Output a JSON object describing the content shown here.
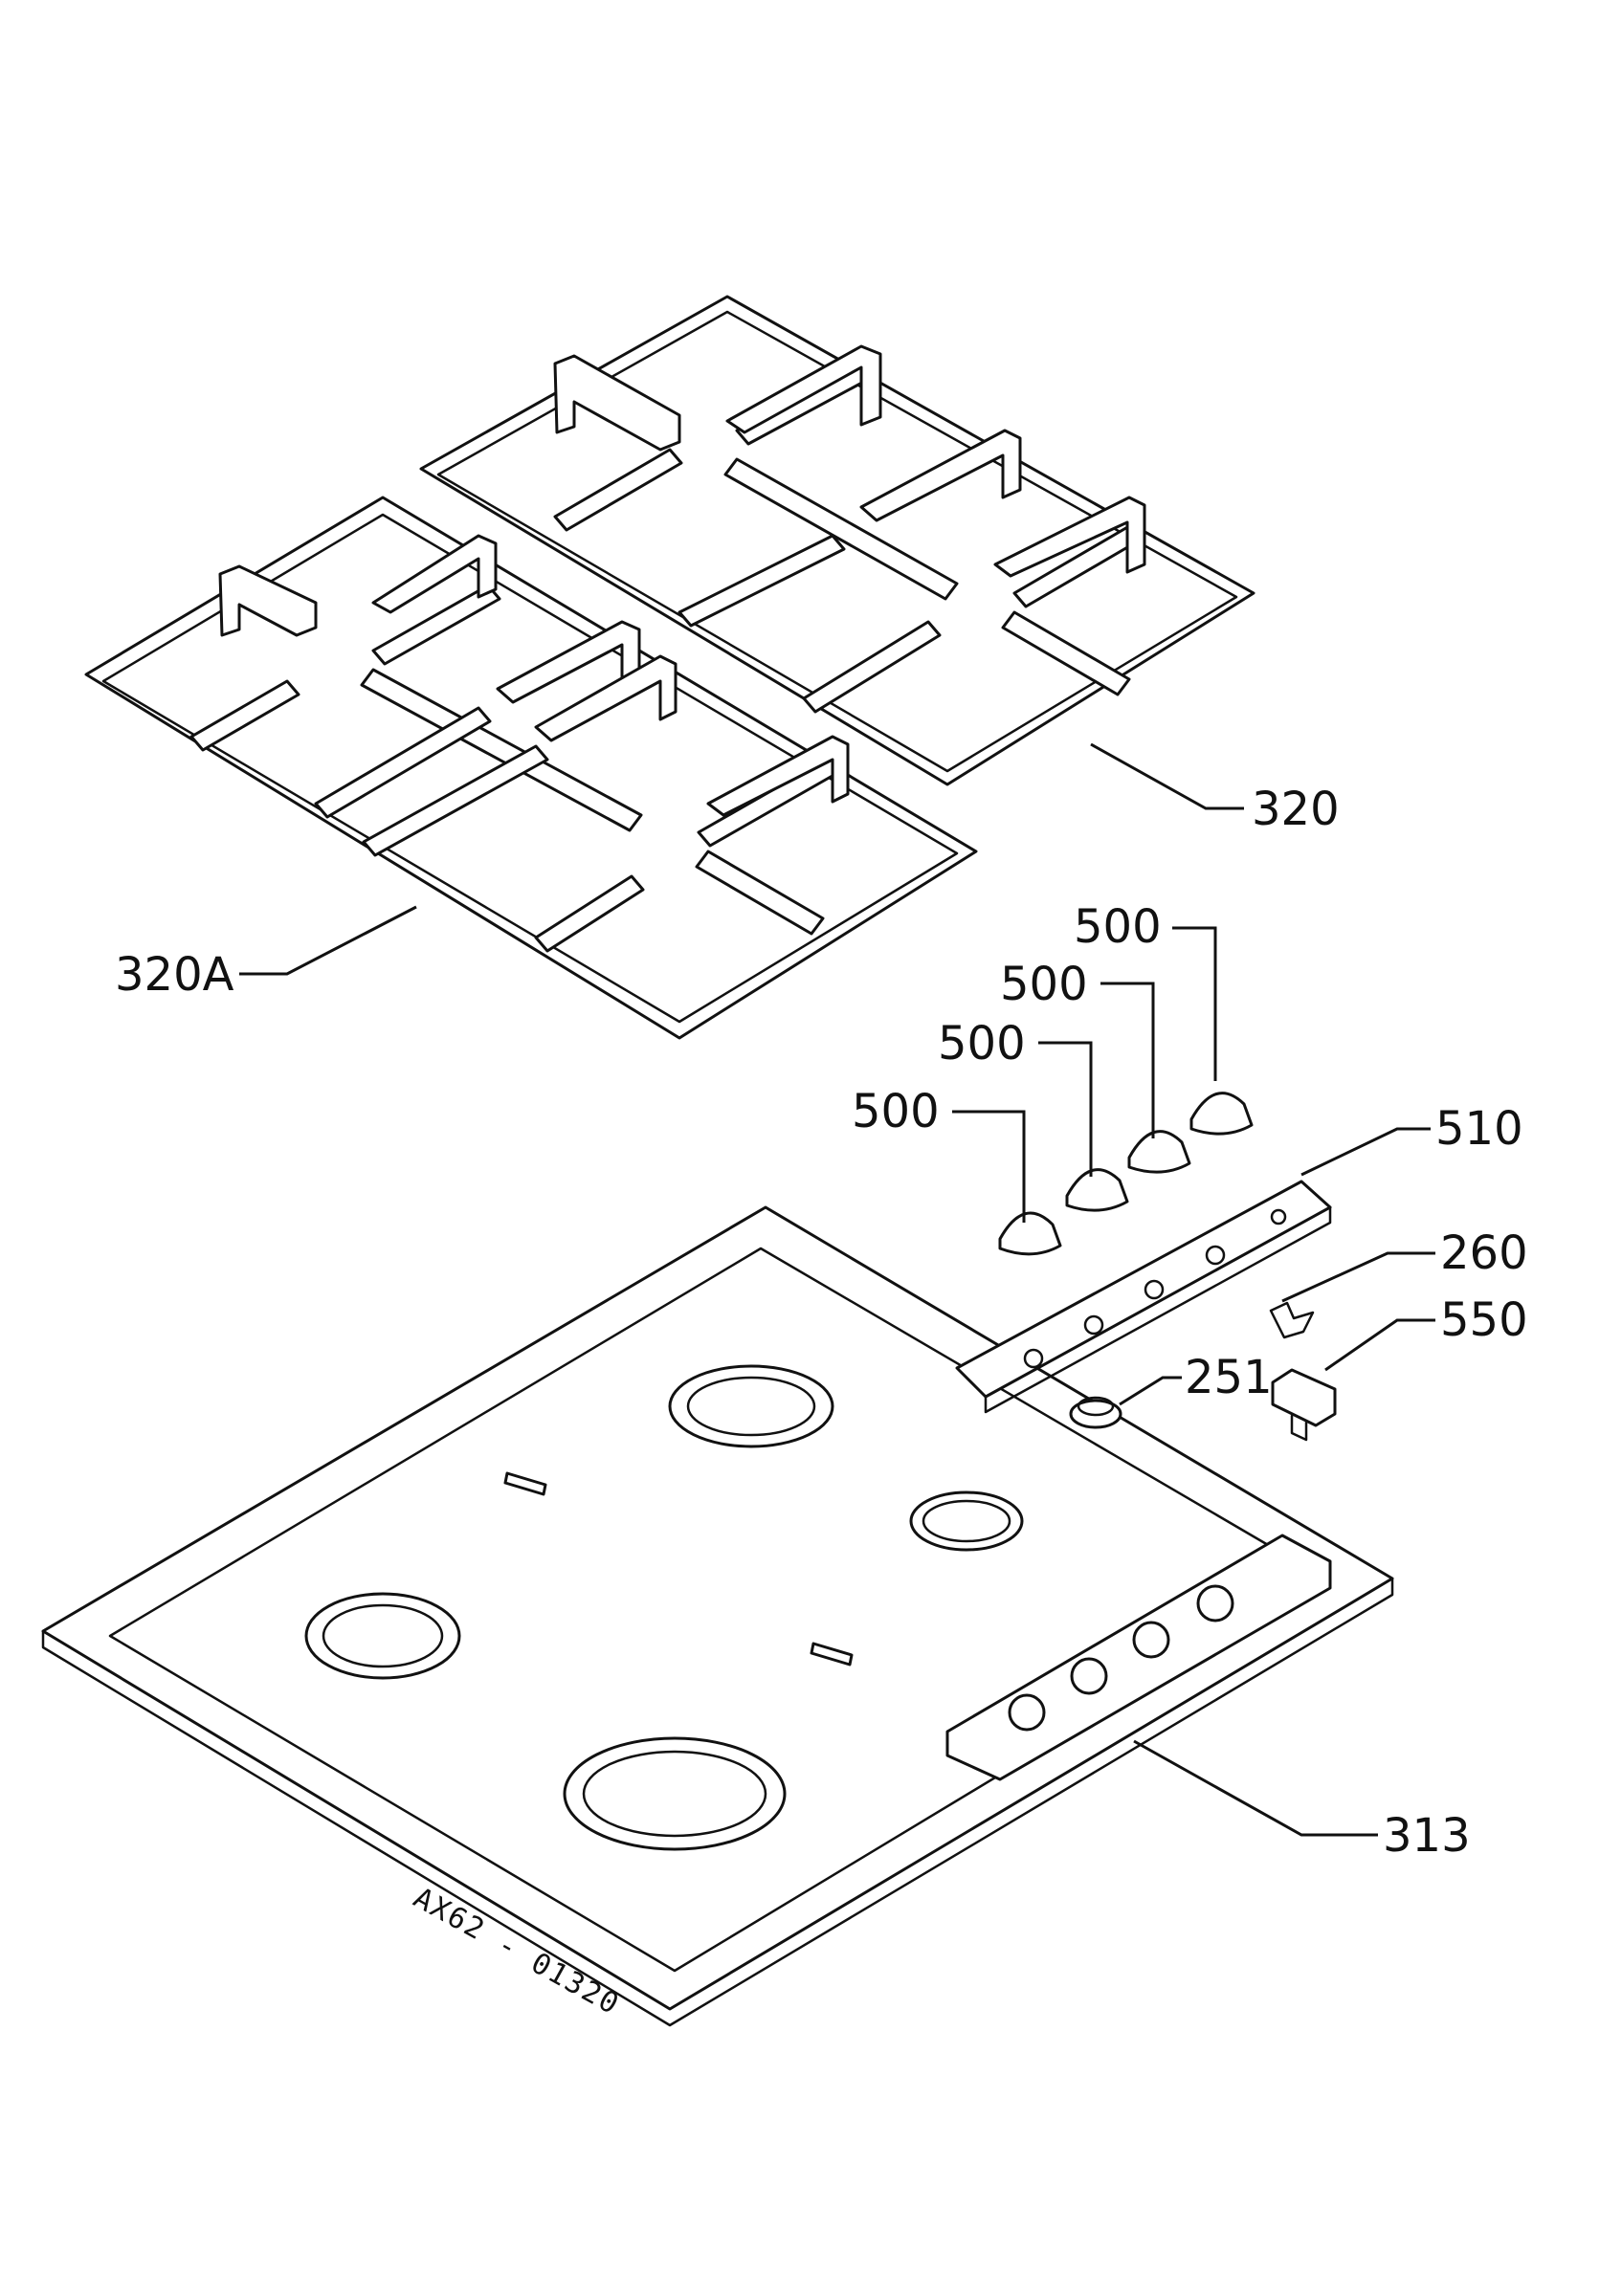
{
  "diagram": {
    "drawing_code": "AX62 - 01320",
    "callouts": {
      "grid_right": "320",
      "grid_left": "320A",
      "knob_1": "500",
      "knob_2": "500",
      "knob_3": "500",
      "knob_4": "500",
      "control_panel": "510",
      "spring_clip": "260",
      "ignition_switch": "550",
      "grommet": "251",
      "hob_top": "313"
    }
  }
}
